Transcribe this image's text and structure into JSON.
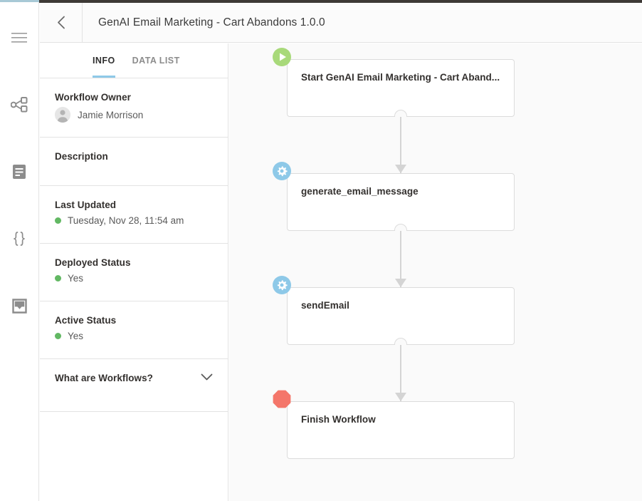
{
  "app": {
    "accent_blue": "#8ec9e8",
    "status_green": "#62b863",
    "node_start_green": "#a8d97a",
    "node_task_blue": "#8ec9e8",
    "node_finish_red": "#f4766a",
    "canvas_background": "#fafafa"
  },
  "rail": {
    "items": [
      {
        "icon": "hamburger-menu-icon",
        "name": "menu"
      },
      {
        "icon": "sitemap-workflow-icon",
        "name": "workflows"
      },
      {
        "icon": "document-icon",
        "name": "documents"
      },
      {
        "icon": "curly-braces-icon",
        "name": "code"
      },
      {
        "icon": "inbox-icon",
        "name": "inbox"
      }
    ]
  },
  "header": {
    "back_icon": "chevron-left-icon",
    "title": "GenAI Email Marketing - Cart Abandons 1.0.0"
  },
  "panel": {
    "tabs": [
      {
        "label": "INFO",
        "active": true
      },
      {
        "label": "DATA LIST",
        "active": false
      }
    ],
    "rows": [
      {
        "label": "Workflow Owner",
        "value": "Jamie Morrison",
        "kind": "owner"
      },
      {
        "label": "Description",
        "value": "",
        "kind": "plain"
      },
      {
        "label": "Last Updated",
        "value": "Tuesday, Nov 28, 11:54 am",
        "kind": "dot"
      },
      {
        "label": "Deployed Status",
        "value": "Yes",
        "kind": "dot"
      },
      {
        "label": "Active Status",
        "value": "Yes",
        "kind": "dot"
      }
    ],
    "collapse": {
      "label": "What are Workflows?",
      "icon": "chevron-down-icon",
      "expanded": false
    }
  },
  "flow": {
    "nodes": [
      {
        "title": "Start GenAI Email Marketing - Cart Aband...",
        "badge": "play-icon",
        "badge_color": "#a8d97a",
        "type": "start"
      },
      {
        "title": "generate_email_message",
        "badge": "gear-icon",
        "badge_color": "#8ec9e8",
        "type": "task"
      },
      {
        "title": "sendEmail",
        "badge": "gear-icon",
        "badge_color": "#8ec9e8",
        "type": "task"
      },
      {
        "title": "Finish Workflow",
        "badge": "stop-octagon-icon",
        "badge_color": "#f4766a",
        "type": "finish"
      }
    ],
    "connector_count": 3
  }
}
